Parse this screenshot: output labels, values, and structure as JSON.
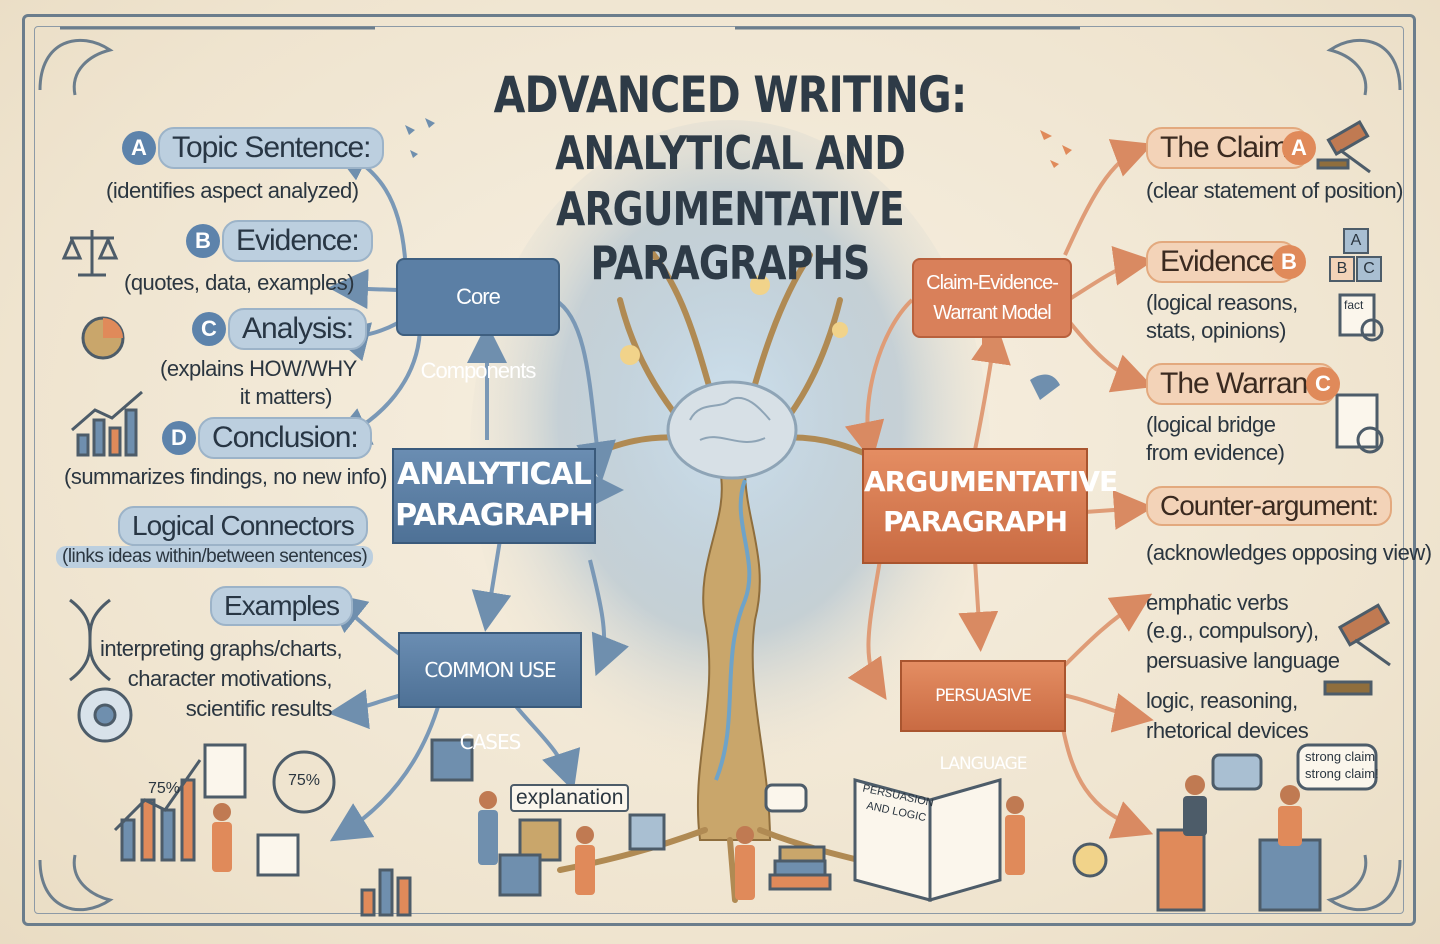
{
  "title": {
    "line1": "ADVANCED WRITING:",
    "line2": "ANALYTICAL AND",
    "line3": "ARGUMENTATIVE PARAGRAPHS"
  },
  "left": {
    "core_components": "Core Components",
    "analytical_paragraph_1": "ANALYTICAL",
    "analytical_paragraph_2": "PARAGRAPH",
    "common_use_cases": "COMMON USE CASES",
    "items": [
      {
        "badge": "A",
        "label": "Topic Sentence:",
        "desc": "(identifies aspect analyzed)"
      },
      {
        "badge": "B",
        "label": "Evidence:",
        "desc": "(quotes, data, examples)"
      },
      {
        "badge": "C",
        "label": "Analysis:",
        "desc1": "(explains HOW/WHY",
        "desc2": "it matters)"
      },
      {
        "badge": "D",
        "label": "Conclusion:",
        "desc": "(summarizes findings, no new info)"
      }
    ],
    "connectors": {
      "label": "Logical Connectors",
      "desc": "(links ideas within/between sentences)"
    },
    "examples": {
      "label": "Examples",
      "lines": [
        "interpreting graphs/charts,",
        "character motivations,",
        "scientific results"
      ]
    }
  },
  "right": {
    "cew_model_1": "Claim-Evidence-",
    "cew_model_2": "Warrant Model",
    "argumentative_paragraph_1": "ARGUMENTATIVE",
    "argumentative_paragraph_2": "PARAGRAPH",
    "persuasive_language": "PERSUASIVE LANGUAGE",
    "items": [
      {
        "badge": "A",
        "label": "The Claim:",
        "desc": "(clear statement of position)"
      },
      {
        "badge": "B",
        "label": "Evidence:",
        "desc1": "(logical reasons,",
        "desc2": "stats, opinions)"
      },
      {
        "badge": "C",
        "label": "The Warrant:",
        "desc1": "(logical bridge",
        "desc2": "from evidence)"
      }
    ],
    "counter": {
      "label": "Counter-argument:",
      "desc": "(acknowledges opposing view)"
    },
    "language_lines": [
      "emphatic verbs",
      "(e.g., compulsory),",
      "persuasive language",
      "logic, reasoning,",
      "rhetorical devices"
    ]
  },
  "illustrations": {
    "chart_pct": "75%",
    "gear_pct": "75%",
    "explanation": "explanation",
    "book_1": "PERSUASION",
    "book_2": "AND LOGIC",
    "speech_1": "strong claim",
    "speech_2": "strong claim!",
    "blocks": [
      "A",
      "B",
      "C"
    ],
    "fact": "fact"
  },
  "colors": {
    "blue": "#5b7fa5",
    "orange": "#d9805a",
    "background": "#f4ecdc"
  }
}
